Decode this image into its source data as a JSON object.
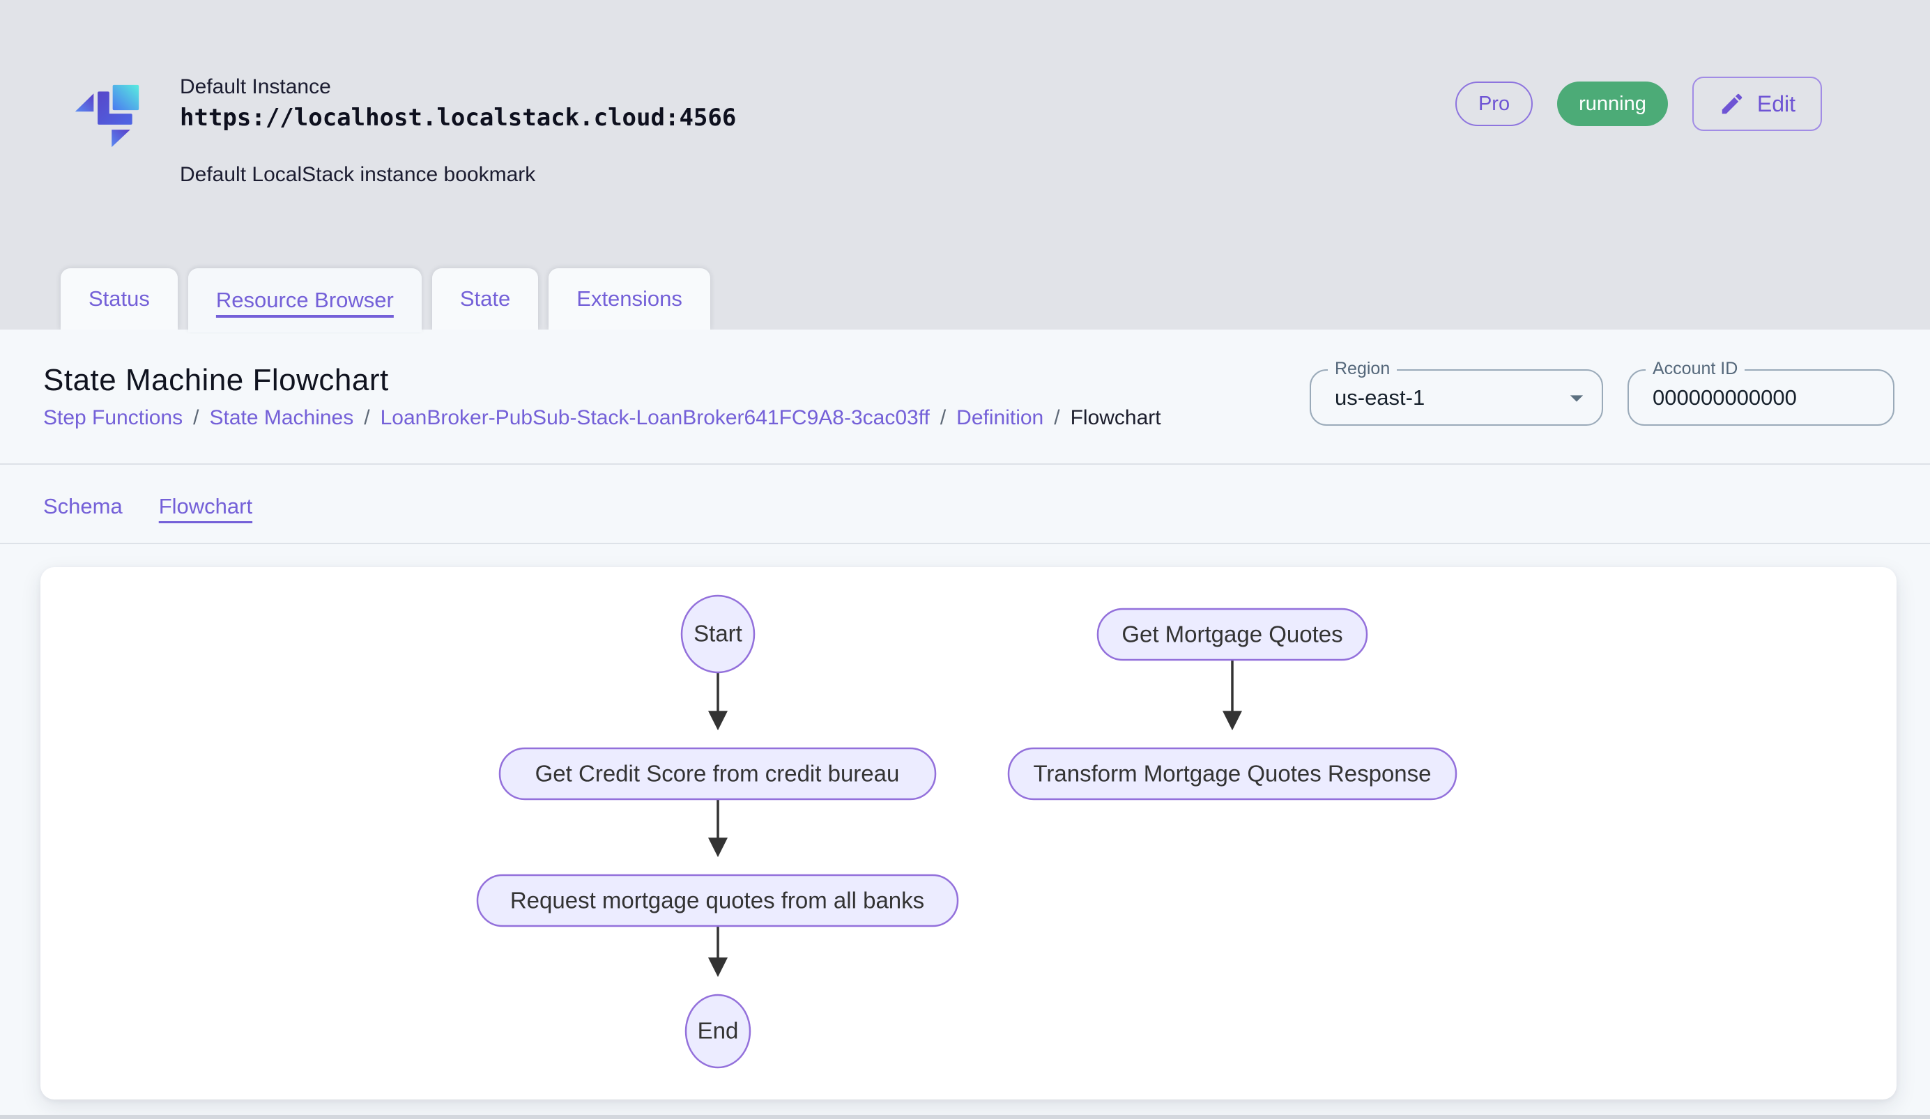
{
  "header": {
    "instance_name": "Default Instance",
    "instance_url": "https://localhost.localstack.cloud:4566",
    "instance_description": "Default LocalStack instance bookmark",
    "pro_badge": "Pro",
    "status_badge": "running",
    "edit_label": "Edit"
  },
  "tabs": [
    {
      "label": "Status",
      "active": false
    },
    {
      "label": "Resource Browser",
      "active": true
    },
    {
      "label": "State",
      "active": false
    },
    {
      "label": "Extensions",
      "active": false
    }
  ],
  "page": {
    "title": "State Machine Flowchart",
    "breadcrumb": {
      "separator": "/",
      "items": [
        "Step Functions",
        "State Machines",
        "LoanBroker-PubSub-Stack-LoanBroker641FC9A8-3cac03ff",
        "Definition",
        "Flowchart"
      ]
    },
    "region": {
      "label": "Region",
      "value": "us-east-1"
    },
    "account": {
      "label": "Account ID",
      "value": "000000000000"
    },
    "subtabs": [
      {
        "label": "Schema",
        "active": false
      },
      {
        "label": "Flowchart",
        "active": true
      }
    ]
  },
  "flowchart": {
    "nodes": [
      {
        "id": "start",
        "shape": "ellipse",
        "label": "Start"
      },
      {
        "id": "get-credit-score",
        "shape": "rounded-rect",
        "label": "Get Credit Score from credit bureau"
      },
      {
        "id": "request-quotes",
        "shape": "rounded-rect",
        "label": "Request mortgage quotes from all banks"
      },
      {
        "id": "end",
        "shape": "ellipse",
        "label": "End"
      },
      {
        "id": "get-mortgage-quotes",
        "shape": "rounded-rect",
        "label": "Get Mortgage Quotes"
      },
      {
        "id": "transform-response",
        "shape": "rounded-rect",
        "label": "Transform Mortgage Quotes Response"
      }
    ],
    "edges": [
      [
        "Start",
        "Get Credit Score from credit bureau"
      ],
      [
        "Get Credit Score from credit bureau",
        "Request mortgage quotes from all banks"
      ],
      [
        "Request mortgage quotes from all banks",
        "End"
      ],
      [
        "Get Mortgage Quotes",
        "Transform Mortgage Quotes Response"
      ]
    ]
  },
  "colors": {
    "accent_purple": "#7460d8",
    "status_running_green": "#4cab77",
    "node_fill": "#ECECFF",
    "node_stroke": "#9370DB",
    "arrow": "#333333",
    "page_background": "#e1e3e8",
    "panel_background": "#f5f8fb"
  }
}
